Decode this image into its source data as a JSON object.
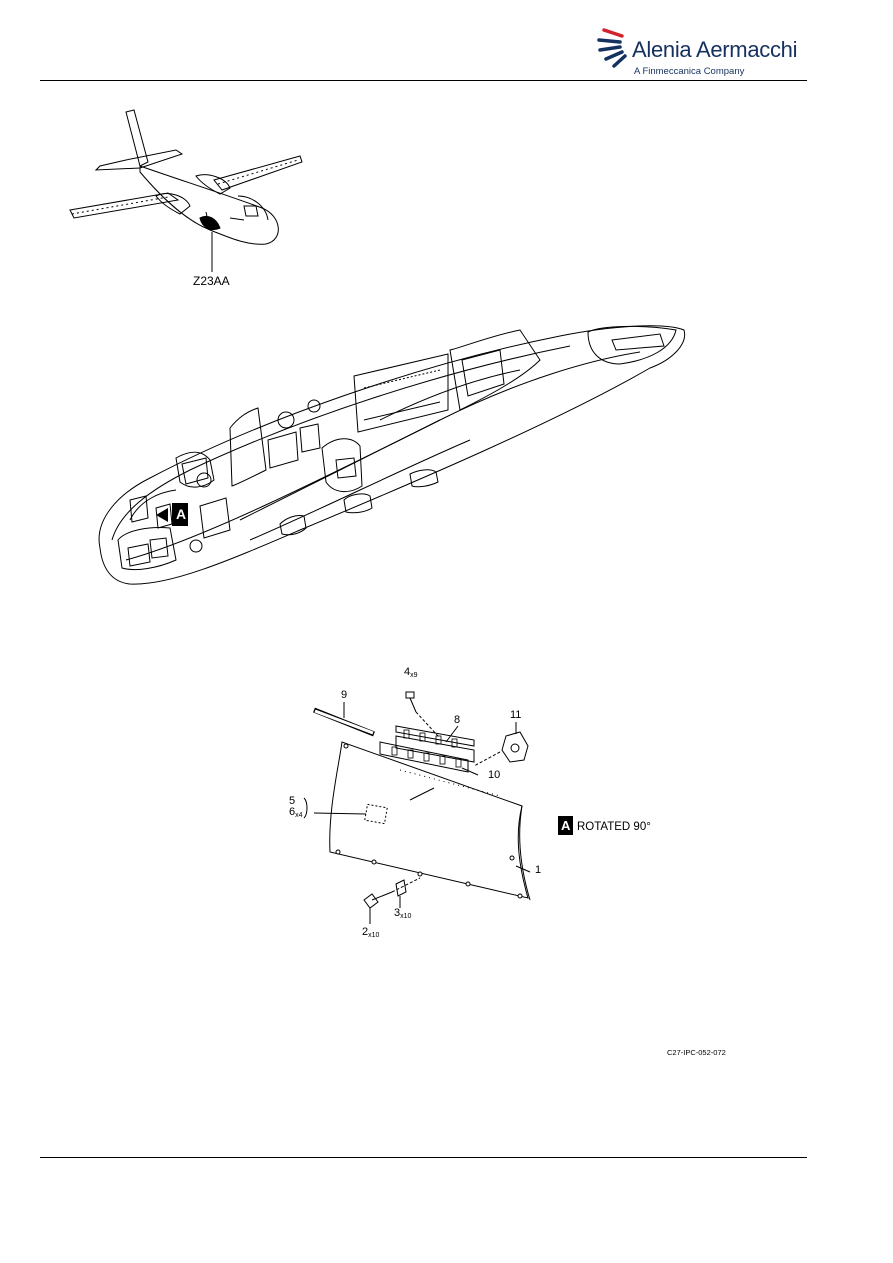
{
  "header": {
    "brand_name": "Alenia Aermacchi",
    "tagline": "A Finmeccanica Company",
    "brand_color": "#15315f",
    "accent_color": "#d2232a"
  },
  "overview": {
    "zone_label": "Z23AA"
  },
  "view_marker": {
    "letter": "A"
  },
  "detail": {
    "rotation_note": "ROTATED 90°",
    "callouts": {
      "c1": "1",
      "c2": "2",
      "c2_qty": "x10",
      "c3": "3",
      "c3_qty": "x10",
      "c4": "4",
      "c4_qty": "x9",
      "c5": "5",
      "c6": "6",
      "c6_qty": "x4",
      "c8": "8",
      "c9": "9",
      "c10": "10",
      "c11": "11"
    }
  },
  "figure_reference": "C27-IPC-052-072"
}
